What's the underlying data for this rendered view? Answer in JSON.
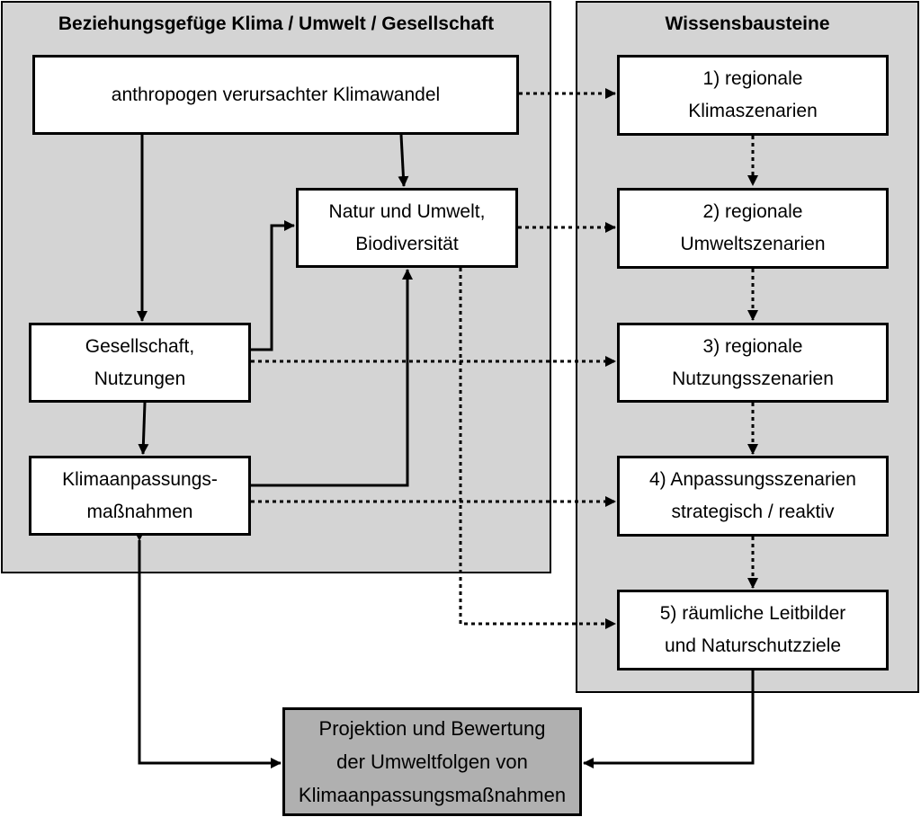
{
  "left_panel": {
    "title": "Beziehungsgefüge Klima / Umwelt / Gesellschaft"
  },
  "right_panel": {
    "title": "Wissensbausteine"
  },
  "nodes": {
    "klimawandel": {
      "lines": [
        "anthropogen verursachter Klimawandel"
      ]
    },
    "natur": {
      "lines": [
        "Natur und Umwelt,",
        "Biodiversität"
      ]
    },
    "gesellschaft": {
      "lines": [
        "Gesellschaft,",
        "Nutzungen"
      ]
    },
    "anpassung": {
      "lines": [
        "Klimaanpassungs-",
        "maßnahmen"
      ]
    },
    "wb1": {
      "lines": [
        "1) regionale",
        "Klimaszenarien"
      ]
    },
    "wb2": {
      "lines": [
        "2) regionale",
        "Umweltszenarien"
      ]
    },
    "wb3": {
      "lines": [
        "3) regionale",
        "Nutzungsszenarien"
      ]
    },
    "wb4": {
      "lines": [
        "4) Anpassungsszenarien",
        "strategisch / reaktiv"
      ]
    },
    "wb5": {
      "lines": [
        "5) räumliche Leitbilder",
        "und Naturschutzziele"
      ]
    },
    "projektion": {
      "lines": [
        "Projektion und Bewertung",
        "der Umweltfolgen von",
        "Klimaanpassungsmaßnahmen"
      ]
    }
  }
}
